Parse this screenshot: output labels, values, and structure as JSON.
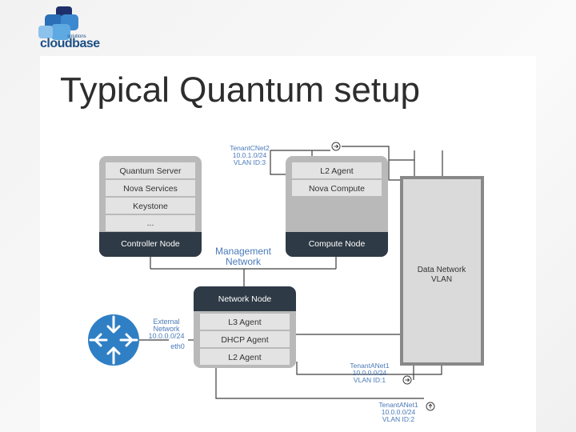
{
  "logo": {
    "text": "cloudbase",
    "small": "solutions"
  },
  "title": "Typical Quantum setup",
  "controller": {
    "items": [
      "Quantum Server",
      "Nova Services",
      "Keystone",
      "..."
    ],
    "footer": "Controller Node"
  },
  "compute": {
    "items": [
      "L2 Agent",
      "Nova Compute"
    ],
    "footer": "Compute Node"
  },
  "network_node": {
    "header": "Network Node",
    "items": [
      "L3 Agent",
      "DHCP Agent",
      "L2 Agent"
    ]
  },
  "data_network": {
    "line1": "Data Network",
    "line2": "VLAN"
  },
  "management_network": {
    "line1": "Management",
    "line2": "Network"
  },
  "tenant_net2": {
    "line1": "TenantCNet2",
    "line2": "10.0.1.0/24",
    "line3": "VLAN ID:3"
  },
  "external_network": {
    "line1": "External",
    "line2": "Network",
    "line3": "10.0.0.0/24",
    "iface": "eth0"
  },
  "tenant_a_net1": {
    "line1": "TenantANet1",
    "line2": "10.0.0.0/24",
    "line3": "VLAN ID:1"
  },
  "tenant_a_net1_b": {
    "line1": "TenantANet1",
    "line2": "10.0.0.0/24",
    "line3": "VLAN ID:2"
  },
  "colors": {
    "node_dark": "#2e3a45",
    "item_bg": "#e3e3e3",
    "outer_bg": "#b9b9b9",
    "data_net_fill": "#dadada",
    "data_net_stroke": "#888888",
    "router": "#2f7fc4",
    "label_text": "#4a7ab8",
    "line": "#3d3d3d"
  },
  "icons": [
    "router-icon",
    "circle-arrow-icon"
  ]
}
